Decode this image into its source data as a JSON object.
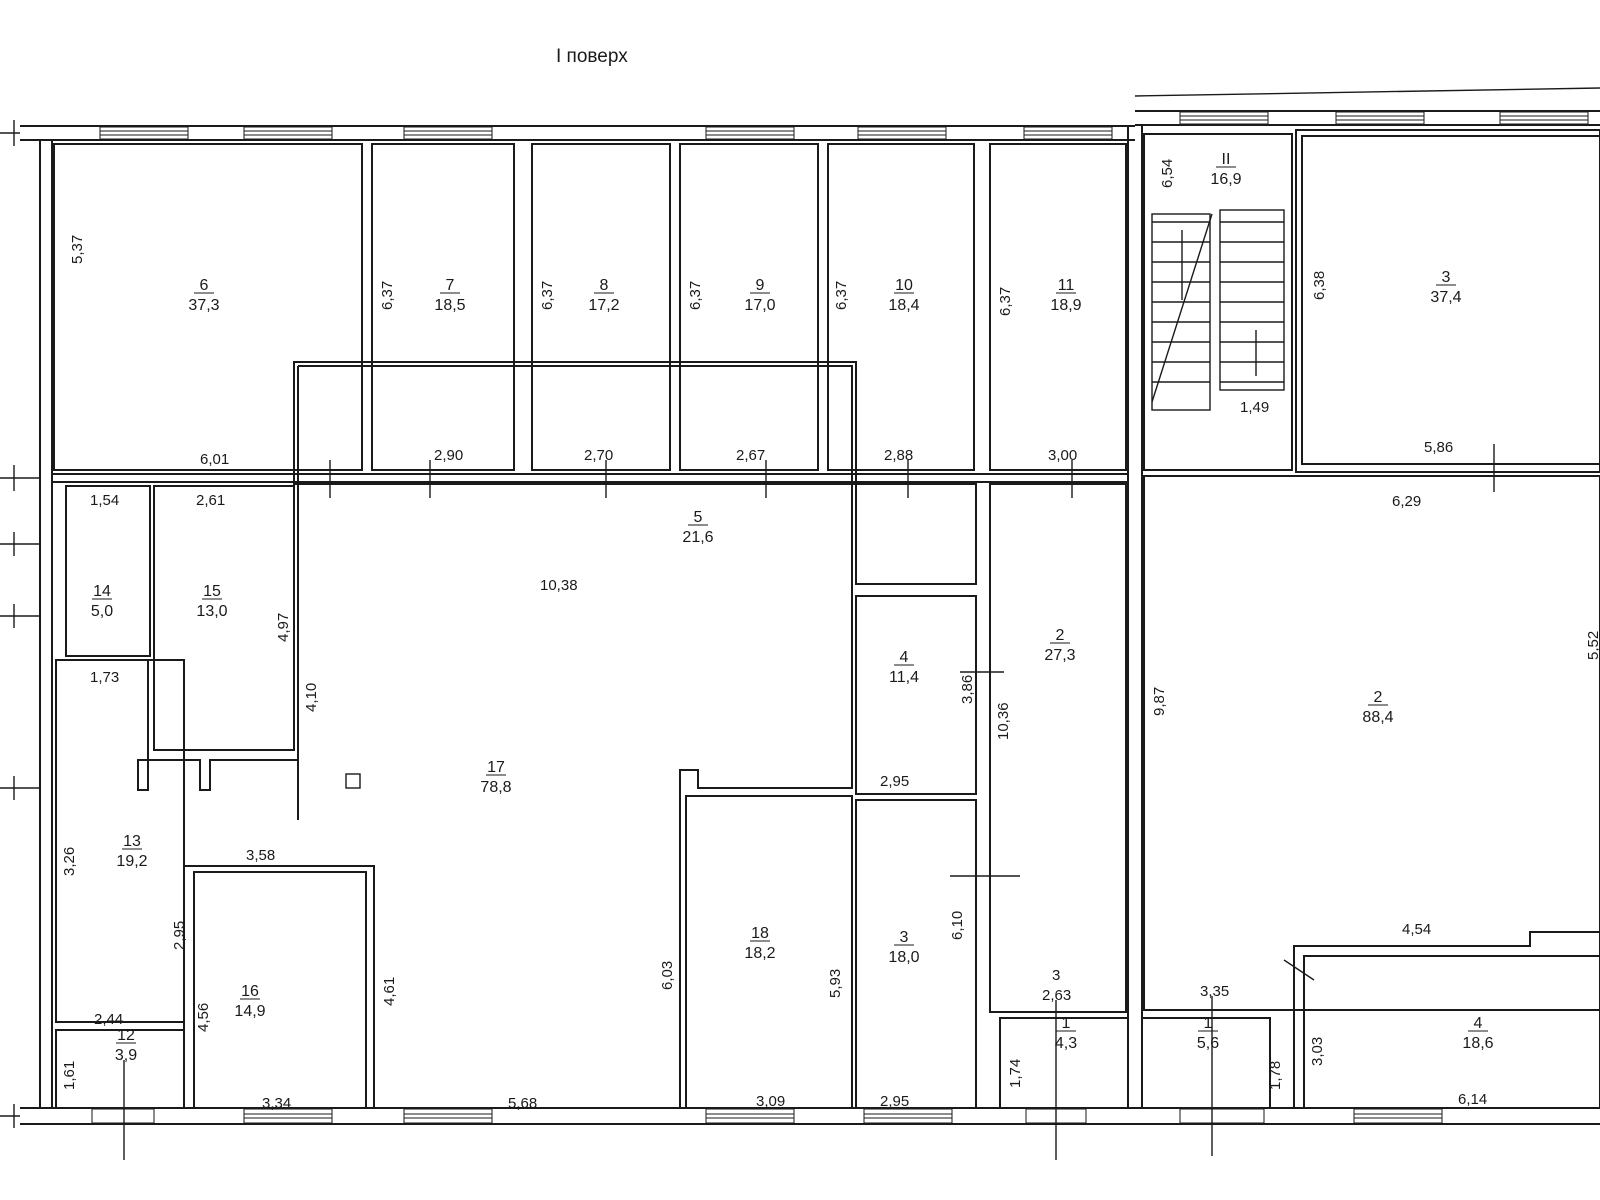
{
  "title": "I поверх",
  "rooms": [
    {
      "num": "6",
      "area": "37,3"
    },
    {
      "num": "7",
      "area": "18,5"
    },
    {
      "num": "8",
      "area": "17,2"
    },
    {
      "num": "9",
      "area": "17,0"
    },
    {
      "num": "10",
      "area": "18,4"
    },
    {
      "num": "11",
      "area": "18,9"
    },
    {
      "num": "II",
      "area": "16,9"
    },
    {
      "num": "3",
      "area": "37,4"
    },
    {
      "num": "5",
      "area": "21,6"
    },
    {
      "num": "14",
      "area": "5,0"
    },
    {
      "num": "15",
      "area": "13,0"
    },
    {
      "num": "17",
      "area": "78,8"
    },
    {
      "num": "4",
      "area": "11,4"
    },
    {
      "num": "2",
      "area": "27,3"
    },
    {
      "num": "2",
      "area": "88,4"
    },
    {
      "num": "13",
      "area": "19,2"
    },
    {
      "num": "16",
      "area": "14,9"
    },
    {
      "num": "18",
      "area": "18,2"
    },
    {
      "num": "3",
      "area": "18,0"
    },
    {
      "num": "12",
      "area": "3,9"
    },
    {
      "num": "1",
      "area": "4,3"
    },
    {
      "num": "1",
      "area": "5,6"
    },
    {
      "num": "4",
      "area": "18,6"
    }
  ],
  "dimensions": [
    "5,37",
    "6,37",
    "6,37",
    "6,37",
    "6,37",
    "6,37",
    "6,54",
    "6,38",
    "6,01",
    "2,90",
    "2,70",
    "2,67",
    "2,88",
    "3,00",
    "1,49",
    "5,86",
    "1,54",
    "2,61",
    "6,29",
    "10,38",
    "4,97",
    "1,73",
    "4,10",
    "3,86",
    "10,36",
    "9,87",
    "5,52",
    "2,95",
    "3,26",
    "3,58",
    "2,95",
    "4,56",
    "4,61",
    "6,03",
    "5,93",
    "6,10",
    "4,54",
    "3",
    "2,63",
    "3,35",
    "2,44",
    "3,03",
    "1,61",
    "1,74",
    "1,78",
    "3,34",
    "5,68",
    "3,09",
    "2,95",
    "6,14"
  ]
}
